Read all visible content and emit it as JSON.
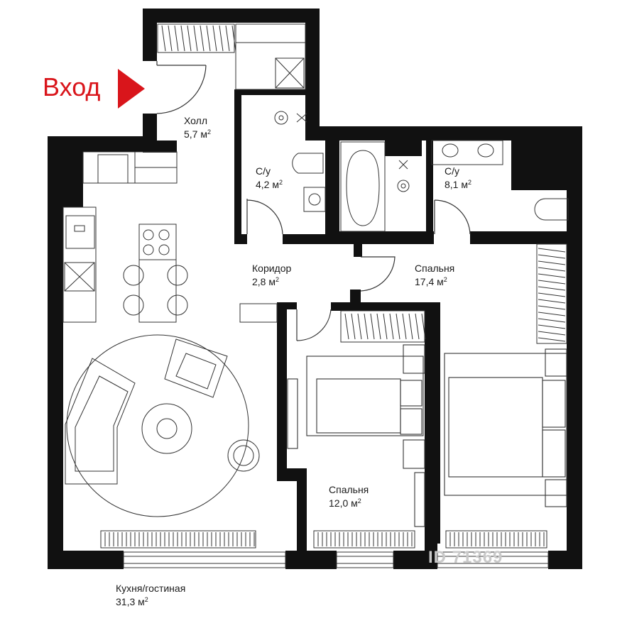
{
  "entry": {
    "label": "Вход",
    "arrow_color": "#d9151b"
  },
  "rooms": [
    {
      "id": "hall",
      "name": "Холл",
      "area": "5,7 м"
    },
    {
      "id": "bath1",
      "name": "С/у",
      "area": "4,2 м"
    },
    {
      "id": "bath2",
      "name": "С/у",
      "area": "8,1 м"
    },
    {
      "id": "corridor",
      "name": "Коридор",
      "area": "2,8 м"
    },
    {
      "id": "bedroom_large",
      "name": "Спальня",
      "area": "17,4 м"
    },
    {
      "id": "bedroom_small",
      "name": "Спальня",
      "area": "12,0 м"
    },
    {
      "id": "living",
      "name": "Кухня/гостиная",
      "area": "31,3 м"
    }
  ],
  "area_unit_superscript": "2",
  "watermark": "ID 71369",
  "colors": {
    "wall": "#111111",
    "line": "#333333",
    "background": "#ffffff"
  }
}
